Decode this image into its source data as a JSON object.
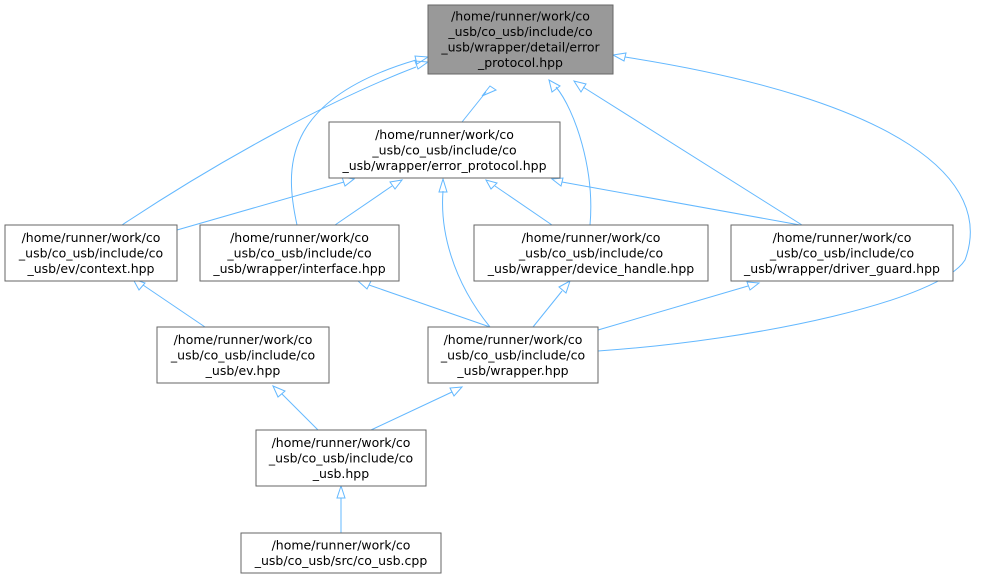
{
  "graph": {
    "nodes": {
      "error_protocol_detail": [
        "/home/runner/work/co",
        "_usb/co_usb/include/co",
        "_usb/wrapper/detail/error",
        "_protocol.hpp"
      ],
      "error_protocol": [
        "/home/runner/work/co",
        "_usb/co_usb/include/co",
        "_usb/wrapper/error_protocol.hpp"
      ],
      "context": [
        "/home/runner/work/co",
        "_usb/co_usb/include/co",
        "_usb/ev/context.hpp"
      ],
      "interface": [
        "/home/runner/work/co",
        "_usb/co_usb/include/co",
        "_usb/wrapper/interface.hpp"
      ],
      "device_handle": [
        "/home/runner/work/co",
        "_usb/co_usb/include/co",
        "_usb/wrapper/device_handle.hpp"
      ],
      "driver_guard": [
        "/home/runner/work/co",
        "_usb/co_usb/include/co",
        "_usb/wrapper/driver_guard.hpp"
      ],
      "ev": [
        "/home/runner/work/co",
        "_usb/co_usb/include/co",
        "_usb/ev.hpp"
      ],
      "wrapper": [
        "/home/runner/work/co",
        "_usb/co_usb/include/co",
        "_usb/wrapper.hpp"
      ],
      "co_usb_hpp": [
        "/home/runner/work/co",
        "_usb/co_usb/include/co",
        "_usb.hpp"
      ],
      "co_usb_cpp": [
        "/home/runner/work/co",
        "_usb/co_usb/src/co_usb.cpp"
      ]
    },
    "edges": [
      [
        "error_protocol",
        "error_protocol_detail"
      ],
      [
        "context",
        "error_protocol_detail"
      ],
      [
        "interface",
        "error_protocol_detail"
      ],
      [
        "device_handle",
        "error_protocol_detail"
      ],
      [
        "driver_guard",
        "error_protocol_detail"
      ],
      [
        "wrapper",
        "error_protocol_detail"
      ],
      [
        "context",
        "error_protocol"
      ],
      [
        "interface",
        "error_protocol"
      ],
      [
        "wrapper",
        "error_protocol"
      ],
      [
        "device_handle",
        "error_protocol"
      ],
      [
        "driver_guard",
        "error_protocol"
      ],
      [
        "ev",
        "context"
      ],
      [
        "wrapper",
        "interface"
      ],
      [
        "wrapper",
        "device_handle"
      ],
      [
        "wrapper",
        "driver_guard"
      ],
      [
        "co_usb_hpp",
        "ev"
      ],
      [
        "co_usb_hpp",
        "wrapper"
      ],
      [
        "co_usb_cpp",
        "co_usb_hpp"
      ]
    ]
  }
}
